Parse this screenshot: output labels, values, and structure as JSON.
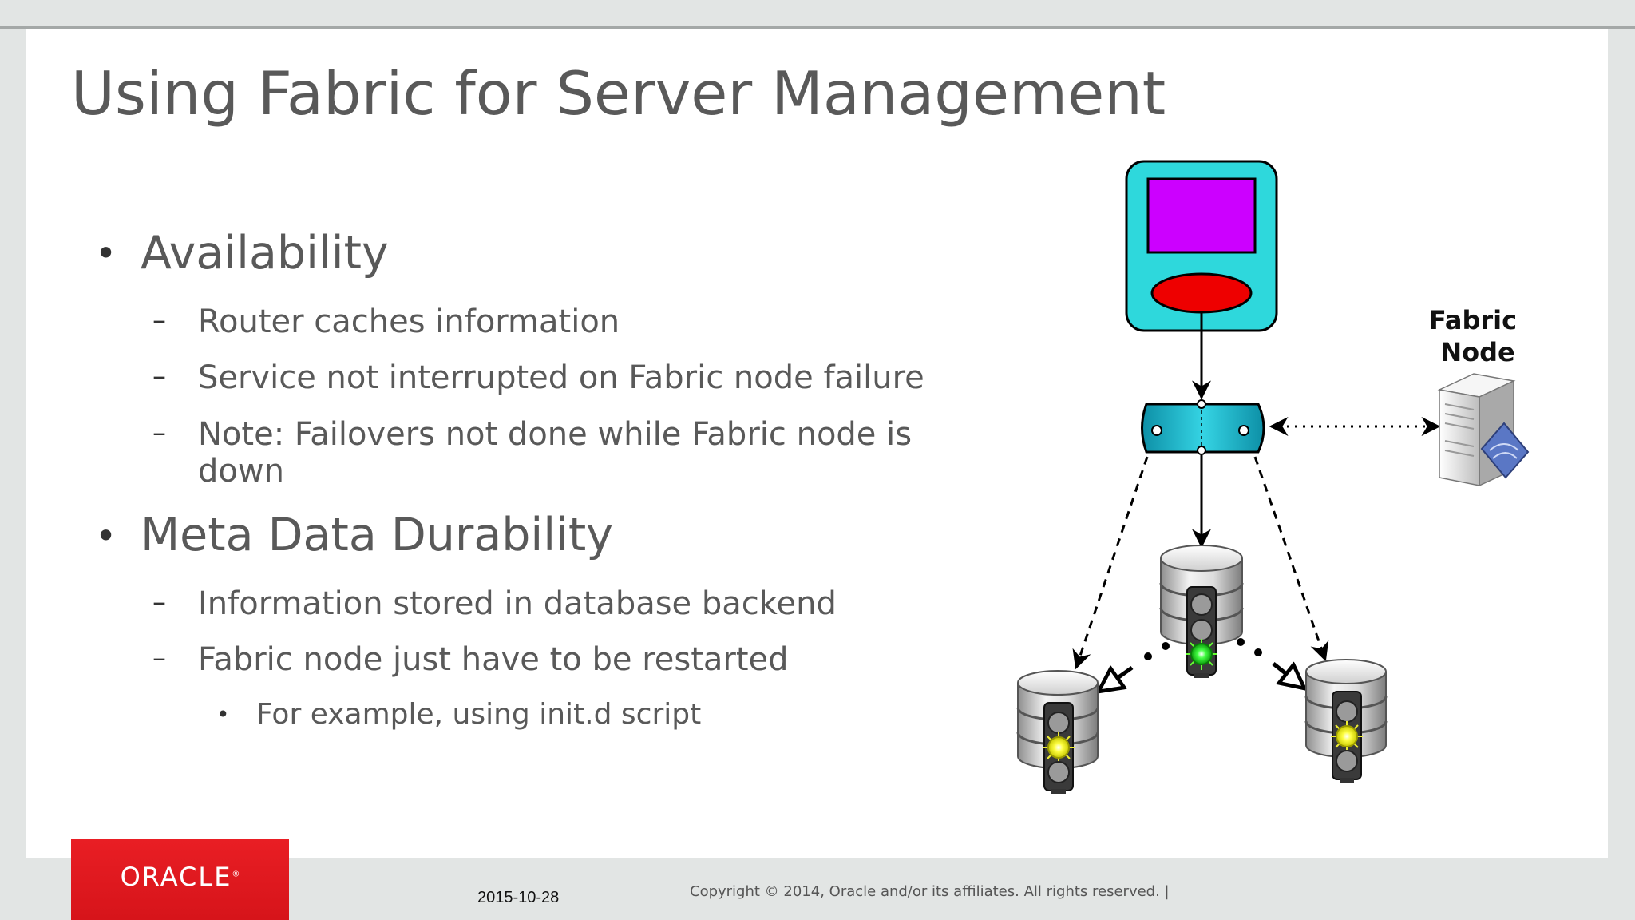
{
  "slide": {
    "title": "Using Fabric for Server Management",
    "bullets": [
      {
        "text": "Availability",
        "children": [
          {
            "text": "Router caches information"
          },
          {
            "text": "Service not interrupted on Fabric node failure"
          },
          {
            "text_line1": "Note: Failovers not done while Fabric node is",
            "text_line2": "down"
          }
        ]
      },
      {
        "text": "Meta Data Durability",
        "children": [
          {
            "text": "Information stored in database backend"
          },
          {
            "text": "Fabric node just have to be restarted",
            "children": [
              {
                "text": "For example, using init.d script"
              }
            ]
          }
        ]
      }
    ],
    "markers": {
      "level1": "•",
      "level2": "–",
      "level3": "•"
    }
  },
  "diagram": {
    "fabric_label_line1": "Fabric",
    "fabric_label_line2": "Node",
    "icons": {
      "application": "application-icon",
      "router": "router-icon",
      "fabric_node": "fabric-server-icon",
      "primary_db": "database-primary-icon",
      "secondary_db_left": "database-secondary-icon",
      "secondary_db_right": "database-secondary-icon"
    },
    "status_lights": {
      "primary": "green",
      "secondary_left": "yellow",
      "secondary_right": "yellow"
    },
    "colors": {
      "app_body": "#2ed8dc",
      "app_screen": "#cc00ff",
      "app_button": "#ee0000",
      "router_body": "#1ab3c6",
      "light_green": "#22ee22",
      "light_yellow": "#ffff33"
    }
  },
  "footer": {
    "logo_text": "ORACLE",
    "logo_mark": "®",
    "date": "2015-10-28",
    "copyright": "Copyright © 2014, Oracle and/or its affiliates. All rights reserved.  |"
  }
}
